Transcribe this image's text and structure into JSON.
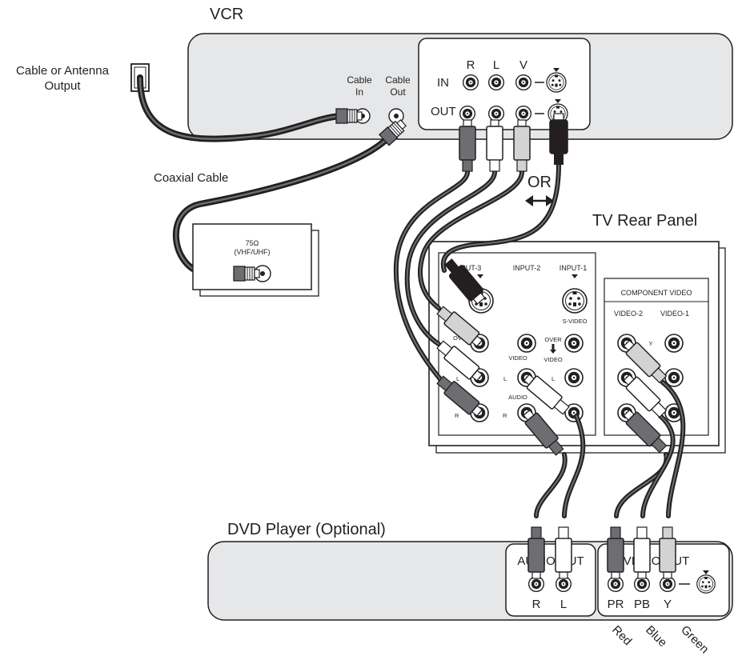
{
  "vcr": {
    "title": "VCR",
    "cable_in": [
      "Cable",
      "In"
    ],
    "cable_out": [
      "Cable",
      "Out"
    ],
    "in_label": "IN",
    "out_label": "OUT",
    "col_r": "R",
    "col_l": "L",
    "col_v": "V"
  },
  "antenna": {
    "label": [
      "Cable or Antenna",
      "Output"
    ]
  },
  "coax": {
    "label": "Coaxial Cable"
  },
  "ant_panel": {
    "ohm": "75Ω",
    "band": "(VHF/UHF)"
  },
  "or_label": "OR",
  "tv": {
    "title": "TV Rear Panel",
    "input3": "INPUT-3",
    "input2": "INPUT-2",
    "input1": "INPUT-1",
    "svideo": "S-VIDEO",
    "over": "OVER",
    "video": "VIDEO",
    "over_video_over": "OVER",
    "over_video_video": "VIDEO",
    "l": "L",
    "audio": "AUDIO",
    "r": "R",
    "component": "COMPONENT VIDEO",
    "video2": "VIDEO-2",
    "video1": "VIDEO-1",
    "y": "Y"
  },
  "dvd": {
    "title": "DVD Player (Optional)",
    "audio_out": "AUDIO OUT",
    "video_out": "VIDEO OUT",
    "r": "R",
    "l": "L",
    "pr": "PR",
    "pb": "PB",
    "y": "Y"
  },
  "colors": {
    "red_label": "Red",
    "blue_label": "Blue",
    "green_label": "Green",
    "panel_fill": "#e6e7e8",
    "jack_dark": "#231f20",
    "plug_grey": "#6d6e71",
    "plug_light": "#d1d3d4",
    "plug_white": "#ffffff"
  }
}
